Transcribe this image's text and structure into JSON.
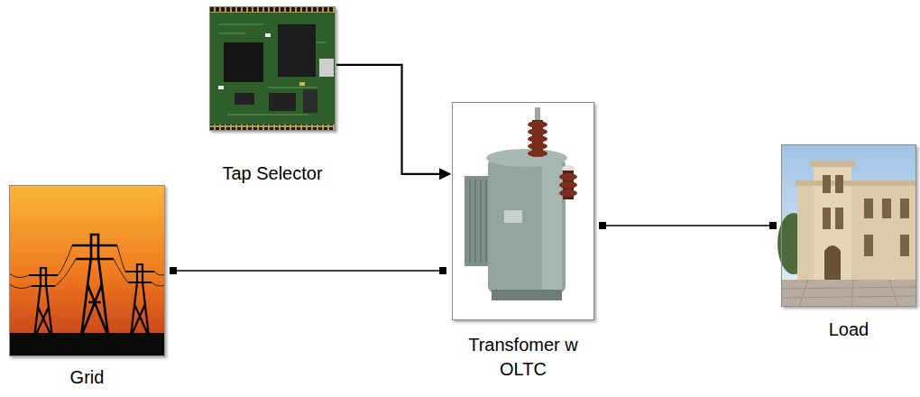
{
  "diagram": {
    "nodes": [
      {
        "text": [
          "Tap Selector"
        ]
      },
      {
        "text": [
          "Grid"
        ]
      },
      {
        "text": [
          "Transfomer w OLTC"
        ]
      },
      {
        "text": [
          "Load"
        ]
      }
    ],
    "edges": [
      {
        "from": 0,
        "to": 2,
        "arrow": "to"
      },
      {
        "from": 1,
        "to": 2,
        "arrow": "none"
      },
      {
        "from": 2,
        "to": 3,
        "arrow": "none"
      }
    ]
  }
}
